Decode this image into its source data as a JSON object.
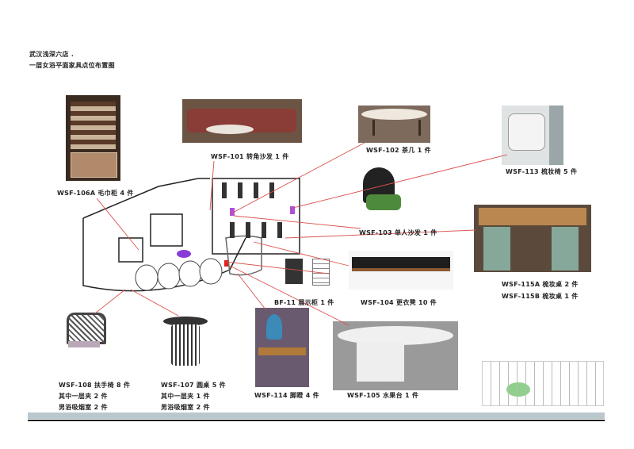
{
  "title": {
    "line1": "武汉浅深六店 .",
    "line2": "一层女浴平面家具点位布置图"
  },
  "items": {
    "wsf106a": "WSF-106A 毛巾柜 4 件",
    "wsf101": "WSF-101 转角沙发 1 件",
    "wsf102": "WSF-102 茶几 1 件",
    "wsf113": "WSF-113 梳妆椅 5 件",
    "wsf103": "WSF-103 单人沙发 1 件",
    "wsf115a": "WSF-115A 梳妆桌 2 件",
    "wsf115b": "WSF-115B 梳妆桌 1 件",
    "wsf104": "WSF-104 更衣凳 10 件",
    "bf11": "BF-11 展示柜 1 件",
    "wsf108": [
      "WSF-108 扶手椅 8 件",
      "其中一层夹 2 件",
      "男浴吸烟室 2 件"
    ],
    "wsf107": [
      "WSF-107 圆桌 5 件",
      "其中一层夹 1 件",
      "男浴吸烟室 2 件"
    ],
    "wsf114": "WSF-114 脚蹬 4 件",
    "wsf105": "WSF-105 水果台 1 件"
  },
  "colors": {
    "leader": "#d9534f",
    "band": "#b9c8cc",
    "rule": "#111111"
  }
}
